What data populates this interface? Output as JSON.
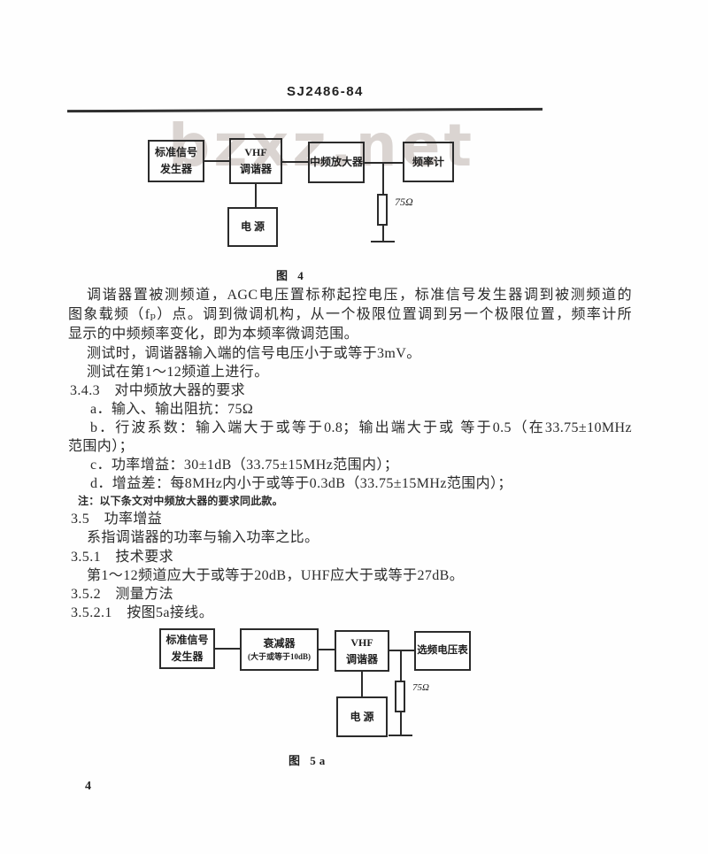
{
  "page": {
    "header": "SJ2486-84",
    "page_number": "4",
    "watermark": "bzxz.net",
    "colors": {
      "ink": "#2b2b2b",
      "watermark": "#dad4d1",
      "paper": "#fefefe"
    }
  },
  "figure4": {
    "caption": "图 4",
    "boxes": {
      "generator": {
        "line1": "标准信号",
        "line2": "发生器"
      },
      "tuner": {
        "line1": "VHF",
        "line2": "调谐器"
      },
      "if_amp": "中频放大器",
      "freq_counter": "频率计",
      "power": "电 源"
    },
    "resistor_label": "75Ω"
  },
  "figure5a": {
    "caption": "图 5a",
    "boxes": {
      "generator": {
        "line1": "标准信号",
        "line2": "发生器"
      },
      "attenuator": {
        "line1": "衰减器",
        "line2": "(大于或等于10dB)"
      },
      "tuner": {
        "line1": "VHF",
        "line2": "调谐器"
      },
      "voltmeter": "选频电压表",
      "power": "电 源"
    },
    "resistor_label": "75Ω"
  },
  "body": {
    "lines": [
      "调谐器置被测频道，AGC电压置标称起控电压，标准信号发生器调到被测频道的",
      "图象载频（fₚ）点。调到微调机构，从一个极限位置调到另一个极限位置，频率计所",
      "显示的中频频率变化，即为本频率微调范围。",
      "测试时，调谐器输入端的信号电压小于或等于3mV。",
      "测试在第1～12频道上进行。",
      "3.4.3　对中频放大器的要求",
      "a．输入、输出阻抗：75Ω",
      "b．行波系数：输入端大于或等于0.8；输出端大于或 等于0.5（在33.75±10MHz",
      "范围内）；",
      "c．功率增益：30±1dB（33.75±15MHz范围内）；",
      "d．增益差：每8MHz内小于或等于0.3dB（33.75±15MHz范围内）；",
      "注：以下条文对中频放大器的要求同此款。",
      "3.5　功率增益",
      "系指调谐器的功率与输入功率之比。",
      "3.5.1　技术要求",
      "第1～12频道应大于或等于20dB，UHF应大于或等于27dB。",
      "3.5.2　测量方法",
      "3.5.2.1　按图5a接线。"
    ]
  }
}
